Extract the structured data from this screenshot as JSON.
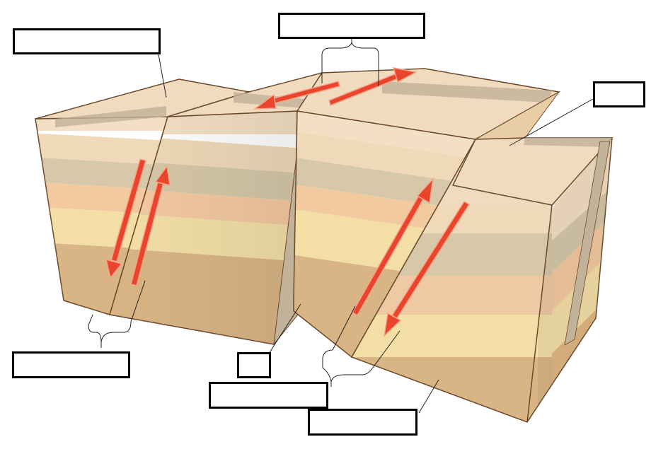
{
  "diagram": {
    "subject": "",
    "labels": [
      {
        "id": "label-top-left",
        "text": ""
      },
      {
        "id": "label-top-center",
        "text": ""
      },
      {
        "id": "label-right",
        "text": ""
      },
      {
        "id": "label-bottom-left",
        "text": ""
      },
      {
        "id": "label-small-center",
        "text": ""
      },
      {
        "id": "label-bottom-center",
        "text": ""
      },
      {
        "id": "label-bottom-right",
        "text": ""
      }
    ]
  },
  "colors": {
    "arrow": "#e8452c",
    "arrow_glow": "#f6a58a",
    "outline": "#6b4a2b",
    "top_surface": "#f1dbbf",
    "fault_plane": "#c2b29a",
    "layers": [
      "#f3dfc3",
      "#efd9b8",
      "#d6c8a8",
      "#f3c9a0",
      "#f3dfa6",
      "#d9b585"
    ]
  }
}
